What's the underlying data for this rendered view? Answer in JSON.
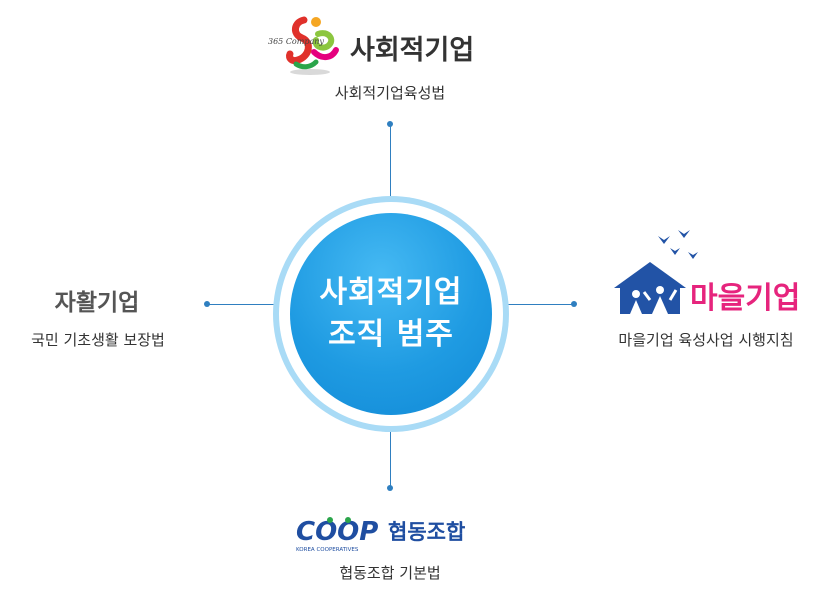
{
  "center": {
    "line1": "사회적기업",
    "line2": "조직 범주"
  },
  "top": {
    "logo_small_text": "365 Company",
    "brand": "사회적기업",
    "law": "사회적기업육성법"
  },
  "left": {
    "title": "자활기업",
    "law": "국민 기초생활 보장법"
  },
  "right": {
    "brand": "마을기업",
    "law": "마을기업 육성사업 시행지침"
  },
  "bottom": {
    "logo_text": "COOP",
    "logo_subtext": "KOREA COOPERATIVES",
    "brand": "협동조합",
    "law": "협동조합 기본법"
  },
  "colors": {
    "center": "#1f9be2",
    "ring": "#a9dbf6",
    "connector": "#2f7fc0",
    "village_pink": "#e6247d",
    "village_blue": "#2253a6",
    "coop_blue": "#1f4ea1",
    "coop_green": "#2aa54a"
  }
}
